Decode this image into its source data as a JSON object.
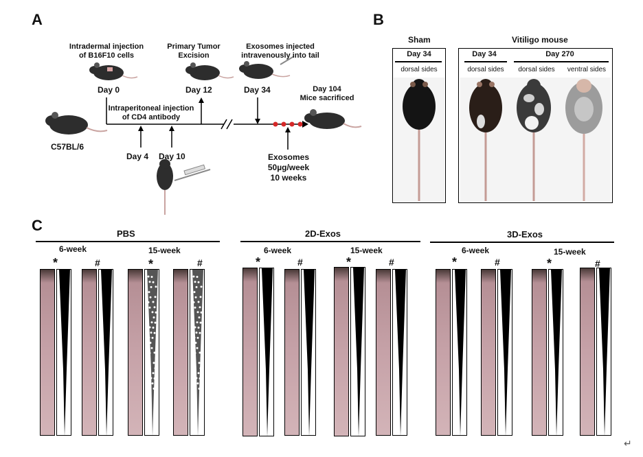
{
  "panelA": {
    "letter": "A",
    "strain": "C57BL/6",
    "intradermal": [
      "Intradermal injection",
      "of B16F10 cells"
    ],
    "primary": [
      "Primary Tumor",
      "Excision"
    ],
    "exosomes_injected": [
      "Exosomes injected",
      "intravenously into tail"
    ],
    "day0": "Day 0",
    "day12": "Day 12",
    "day34": "Day 34",
    "day104": [
      "Day 104",
      "Mice sacrificed"
    ],
    "ip": [
      "Intraperitoneal injection",
      "of CD4 antibody"
    ],
    "day4": "Day 4",
    "day10": "Day 10",
    "exo_dose": [
      "Exosomes",
      "50µg/week",
      "10 weeks"
    ]
  },
  "panelB": {
    "letter": "B",
    "sham": "Sham",
    "vitiligo": "Vitiligo mouse",
    "sham_day": "Day 34",
    "sham_side": "dorsal sides",
    "vit_day34": "Day 34",
    "vit_day270": "Day 270",
    "vit_side1": "dorsal sides",
    "vit_side2": "dorsal sides",
    "vit_side3": "ventral sides"
  },
  "panelC": {
    "letter": "C",
    "groups": [
      {
        "name": "PBS",
        "w1": "6-week",
        "w2": "15-week"
      },
      {
        "name": "2D-Exos",
        "w1": "6-week",
        "w2": "15-week"
      },
      {
        "name": "3D-Exos",
        "w1": "6-week",
        "w2": "15-week"
      }
    ],
    "star": "*",
    "hash": "#"
  },
  "return_mark": "↵"
}
